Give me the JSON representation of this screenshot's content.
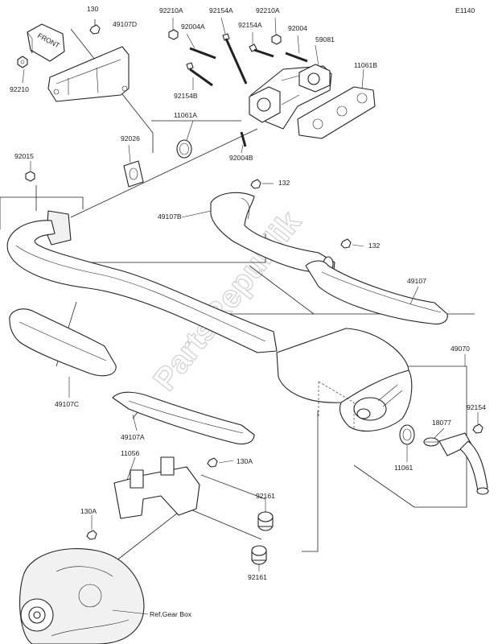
{
  "diagram_code": "E1140",
  "watermark": "PartsRepublik",
  "front_arrow_label": "FRONT",
  "reference_label": "Ref.Gear Box",
  "parts": [
    {
      "id": "p130_top",
      "label": "130"
    },
    {
      "id": "p49107D",
      "label": "49107D"
    },
    {
      "id": "p92210",
      "label": "92210"
    },
    {
      "id": "p92210A_1",
      "label": "92210A"
    },
    {
      "id": "p92154A_1",
      "label": "92154A"
    },
    {
      "id": "p92210A_2",
      "label": "92210A"
    },
    {
      "id": "p92004A",
      "label": "92004A"
    },
    {
      "id": "p92154A_2",
      "label": "92154A"
    },
    {
      "id": "p92004",
      "label": "92004"
    },
    {
      "id": "p59081",
      "label": "59081"
    },
    {
      "id": "p11061B",
      "label": "11061B"
    },
    {
      "id": "p92154B",
      "label": "92154B"
    },
    {
      "id": "p11061A",
      "label": "11061A"
    },
    {
      "id": "p92004B",
      "label": "92004B"
    },
    {
      "id": "p92015",
      "label": "92015"
    },
    {
      "id": "p92026",
      "label": "92026"
    },
    {
      "id": "p132_a",
      "label": "132"
    },
    {
      "id": "p49107B",
      "label": "49107B"
    },
    {
      "id": "p132_b",
      "label": "132"
    },
    {
      "id": "p49107",
      "label": "49107"
    },
    {
      "id": "p49070",
      "label": "49070"
    },
    {
      "id": "p92154",
      "label": "92154"
    },
    {
      "id": "p18077",
      "label": "18077"
    },
    {
      "id": "p11061",
      "label": "11061"
    },
    {
      "id": "p49107C",
      "label": "49107C"
    },
    {
      "id": "p49107A",
      "label": "49107A"
    },
    {
      "id": "p11056",
      "label": "11056"
    },
    {
      "id": "p130A_right",
      "label": "130A"
    },
    {
      "id": "p92161_a",
      "label": "92161"
    },
    {
      "id": "p130A_left",
      "label": "130A"
    },
    {
      "id": "p92161_b",
      "label": "92161"
    }
  ]
}
